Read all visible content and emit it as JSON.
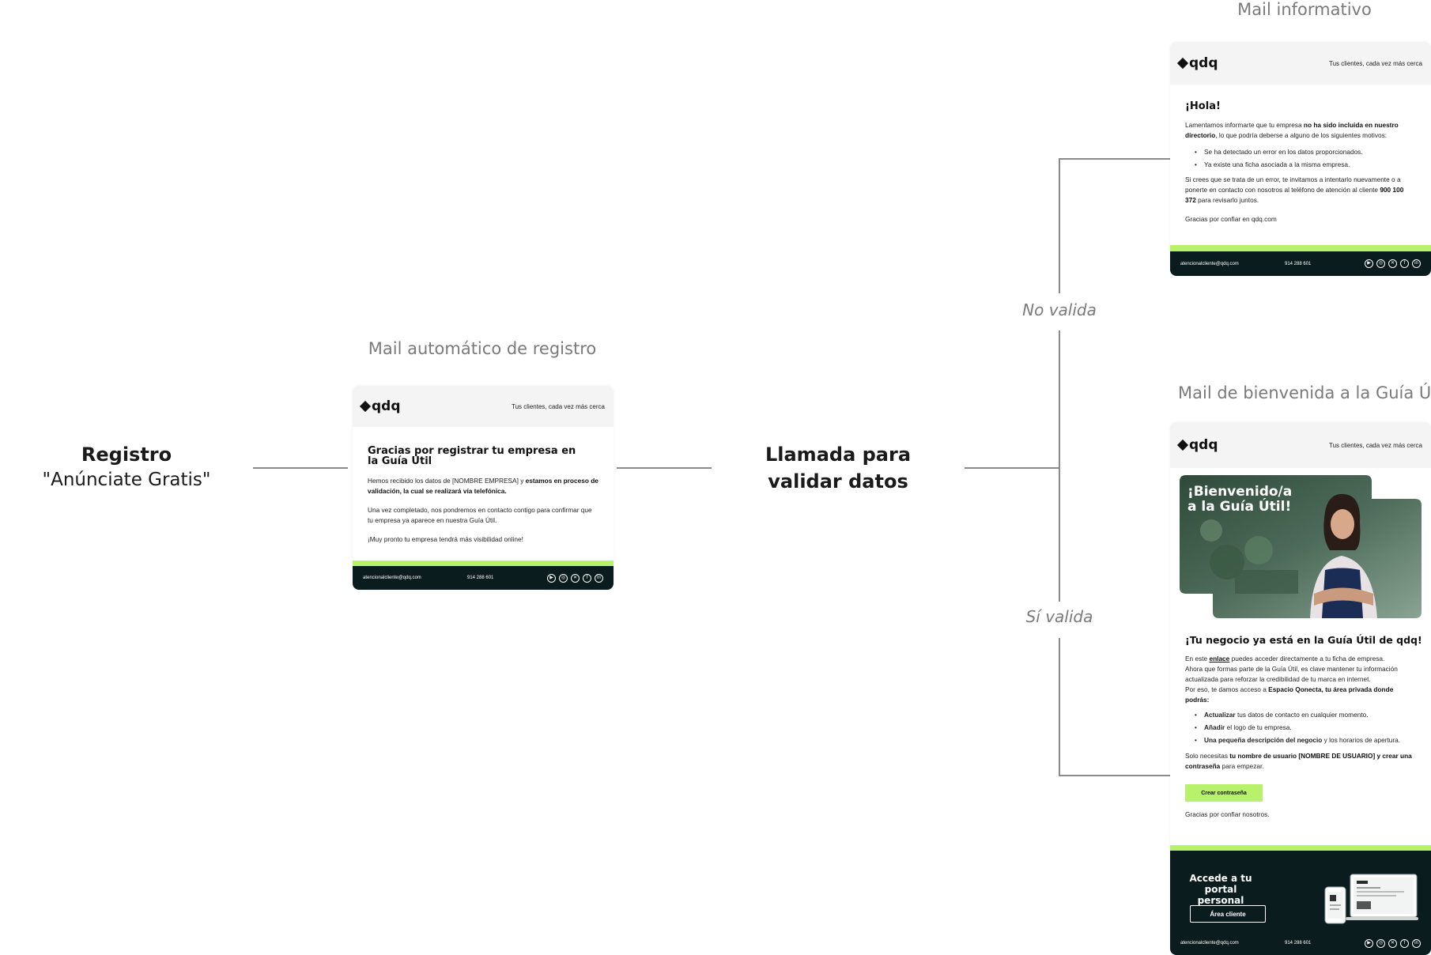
{
  "flow": {
    "registro_title": "Registro",
    "registro_sub": "\"Anúnciate Gratis\"",
    "llamada_title_1": "Llamada para",
    "llamada_title_2": "validar datos",
    "branch_no": "No valida",
    "branch_si": "Sí valida"
  },
  "captions": {
    "registro": "Mail automático de registro",
    "informativo": "Mail informativo",
    "bienvenida": "Mail de bienvenida a la Guía Útil"
  },
  "brand": {
    "logo": "qdq",
    "tagline": "Tus clientes, cada vez más cerca",
    "accent": "#b8f26c",
    "dark": "#0b1c1e"
  },
  "footer": {
    "email": "atencionalcliente@qdq.com",
    "phone": "914 288 601",
    "socials": [
      "youtube-icon",
      "instagram-icon",
      "x-icon",
      "facebook-icon",
      "linkedin-icon"
    ]
  },
  "mail_registro": {
    "title": "Gracias por registrar tu empresa en la Guía Útil",
    "p1_a": "Hemos recibido los datos de [NOMBRE EMPRESA] y ",
    "p1_b": "estamos en proceso de validación, la cual se realizará vía telefónica.",
    "p2": "Una vez completado, nos pondremos en contacto contigo para confirmar que tu empresa ya aparece en nuestra Guía Útil.",
    "p3": "¡Muy pronto tu empresa tendrá más visibilidad online!"
  },
  "mail_informativo": {
    "greeting": "¡Hola!",
    "p1_a": "Lamentamos informarte que tu empresa ",
    "p1_b": "no ha sido incluida en nuestro directorio",
    "p1_c": ", lo que podría deberse a alguno de los siguientes motivos:",
    "bullets": [
      "Se ha detectado un error en los datos proporcionados.",
      "Ya existe una ficha asociada a la misma empresa."
    ],
    "p2_a": "Si crees que se trata de un error, te invitamos a intentarlo nuevamente o a ponerte en contacto con nosotros al teléfono de atención al cliente ",
    "p2_b": "900 100 372",
    "p2_c": " para revisarlo juntos.",
    "p3": "Gracias por confiar en qdq.com"
  },
  "mail_bienvenida": {
    "hero_1": "¡Bienvenido/a",
    "hero_2": "a la Guía Útil!",
    "title": "¡Tu negocio ya está en la Guía Útil de qdq!",
    "p1_a": "En este ",
    "p1_link": "enlace",
    "p1_b": " puedes acceder directamente a tu ficha de empresa.",
    "p2": "Ahora que formas parte de la Guía Útil, es clave mantener tu información actualizada para reforzar la credibilidad de tu marca en internet.",
    "p3_a": "Por eso, te damos acceso a ",
    "p3_b": "Espacio Qonecta, tu área privada donde podrás:",
    "bullets": [
      {
        "bold": "Actualizar",
        "rest": " tus datos de contacto en cualquier momento."
      },
      {
        "bold": "Añadir",
        "rest": " el logo de tu empresa."
      },
      {
        "bold": "Una pequeña descripción del negocio",
        "rest": " y los horarios de apertura."
      }
    ],
    "p4_a": "Solo necesitas ",
    "p4_b": "tu nombre de usuario [NOMBRE DE USUARIO] y crear una contraseña",
    "p4_c": " para empezar.",
    "cta": "Crear contraseña",
    "thanks": "Gracias por confiar nosotros.",
    "portal_1": "Accede a tu",
    "portal_2": "portal personal",
    "portal_btn": "Área cliente"
  }
}
